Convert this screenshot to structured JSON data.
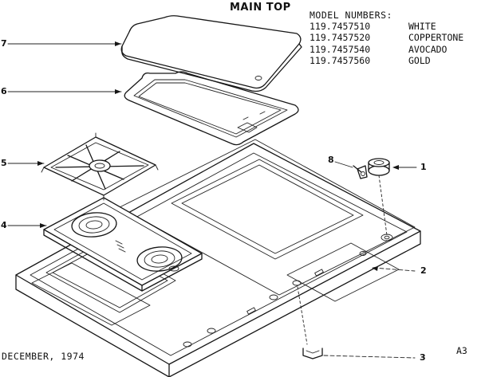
{
  "title": "MAIN TOP",
  "models": {
    "header": "MODEL NUMBERS:",
    "rows": [
      {
        "number": "119.7457510",
        "color": "WHITE"
      },
      {
        "number": "119.7457520",
        "color": "COPPERTONE"
      },
      {
        "number": "119.7457540",
        "color": "AVOCADO"
      },
      {
        "number": "119.7457560",
        "color": "GOLD"
      }
    ]
  },
  "callouts": {
    "c1": "1",
    "c2": "2",
    "c3": "3",
    "c4": "4",
    "c5": "5",
    "c6": "6",
    "c7": "7",
    "c8": "8"
  },
  "footer": {
    "date": "DECEMBER, 1974",
    "code": "A3"
  }
}
